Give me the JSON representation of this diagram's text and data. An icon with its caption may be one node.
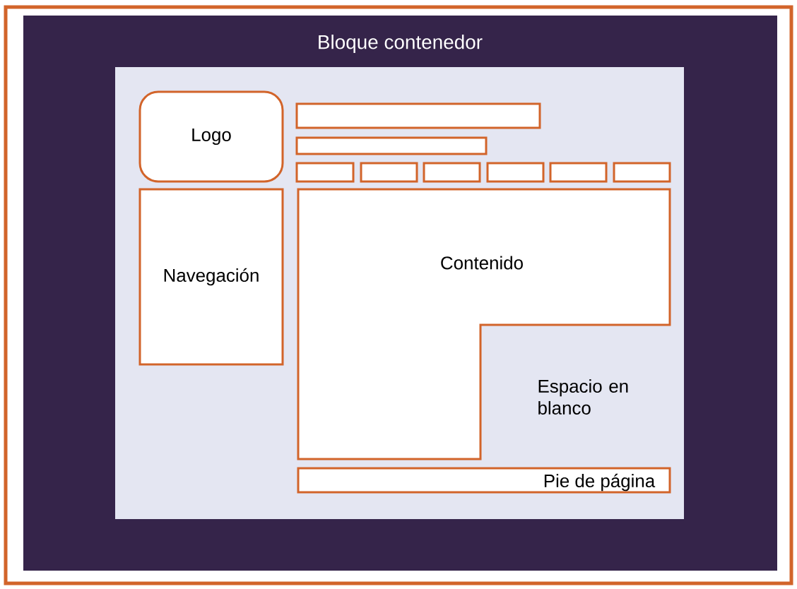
{
  "diagram": {
    "nodes": [
      {
        "text": [
          "Bloque contenedor"
        ]
      },
      {
        "text": [
          "Espacio en blanco"
        ],
        "in": 0
      },
      {
        "text": [
          "Logo"
        ],
        "in": 1
      },
      {
        "text": [],
        "shape": "box",
        "in": 1
      },
      {
        "text": [],
        "shape": "box",
        "in": 1
      },
      {
        "text": [],
        "shape": "box",
        "in": 1
      },
      {
        "text": [],
        "shape": "box",
        "in": 1
      },
      {
        "text": [],
        "shape": "box",
        "in": 1
      },
      {
        "text": [],
        "shape": "box",
        "in": 1
      },
      {
        "text": [],
        "shape": "box",
        "in": 1
      },
      {
        "text": [],
        "shape": "box",
        "in": 1
      },
      {
        "text": [
          "Navegación"
        ],
        "in": 1
      },
      {
        "text": [
          "Contenido"
        ],
        "in": 1
      },
      {
        "text": [
          "Pie de página"
        ],
        "in": 1
      }
    ]
  }
}
